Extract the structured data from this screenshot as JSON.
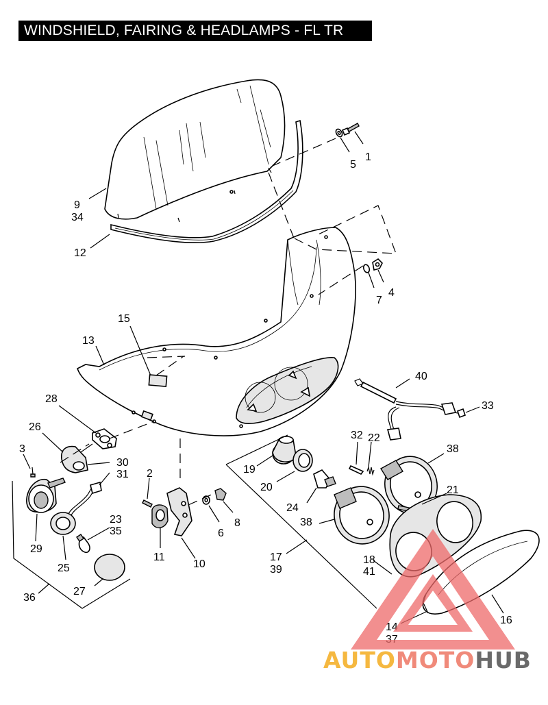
{
  "title": "WINDSHIELD, FAIRING & HEADLAMPS - FL TR",
  "callouts": [
    {
      "id": "c1",
      "text": "1"
    },
    {
      "id": "c5",
      "text": "5"
    },
    {
      "id": "c9",
      "text": "9"
    },
    {
      "id": "c34",
      "text": "34"
    },
    {
      "id": "c12",
      "text": "12"
    },
    {
      "id": "c7",
      "text": "7"
    },
    {
      "id": "c4",
      "text": "4"
    },
    {
      "id": "c15",
      "text": "15"
    },
    {
      "id": "c13",
      "text": "13"
    },
    {
      "id": "c40",
      "text": "40"
    },
    {
      "id": "c33",
      "text": "33"
    },
    {
      "id": "c28",
      "text": "28"
    },
    {
      "id": "c32",
      "text": "32"
    },
    {
      "id": "c22",
      "text": "22"
    },
    {
      "id": "c38a",
      "text": "38"
    },
    {
      "id": "c26",
      "text": "26"
    },
    {
      "id": "c3",
      "text": "3"
    },
    {
      "id": "c30",
      "text": "30"
    },
    {
      "id": "c31",
      "text": "31"
    },
    {
      "id": "c19",
      "text": "19"
    },
    {
      "id": "c2",
      "text": "2"
    },
    {
      "id": "c20",
      "text": "20"
    },
    {
      "id": "c21",
      "text": "21"
    },
    {
      "id": "c24",
      "text": "24"
    },
    {
      "id": "c23",
      "text": "23"
    },
    {
      "id": "c35",
      "text": "35"
    },
    {
      "id": "c38b",
      "text": "38"
    },
    {
      "id": "c6",
      "text": "6"
    },
    {
      "id": "c8",
      "text": "8"
    },
    {
      "id": "c29",
      "text": "29"
    },
    {
      "id": "c11",
      "text": "11"
    },
    {
      "id": "c10",
      "text": "10"
    },
    {
      "id": "c17",
      "text": "17"
    },
    {
      "id": "c39",
      "text": "39"
    },
    {
      "id": "c18",
      "text": "18"
    },
    {
      "id": "c41",
      "text": "41"
    },
    {
      "id": "c25",
      "text": "25"
    },
    {
      "id": "c27",
      "text": "27"
    },
    {
      "id": "c36",
      "text": "36"
    },
    {
      "id": "c16",
      "text": "16"
    },
    {
      "id": "c14",
      "text": "14"
    },
    {
      "id": "c37",
      "text": "37"
    }
  ],
  "watermark": {
    "part1": "AUTO",
    "part2": "MOTO",
    "part3": "HUB",
    "color1": "#f5b840",
    "color2": "#f08a7a",
    "color3": "#6a6a6a",
    "triangle_color": "#ee6a6a"
  }
}
